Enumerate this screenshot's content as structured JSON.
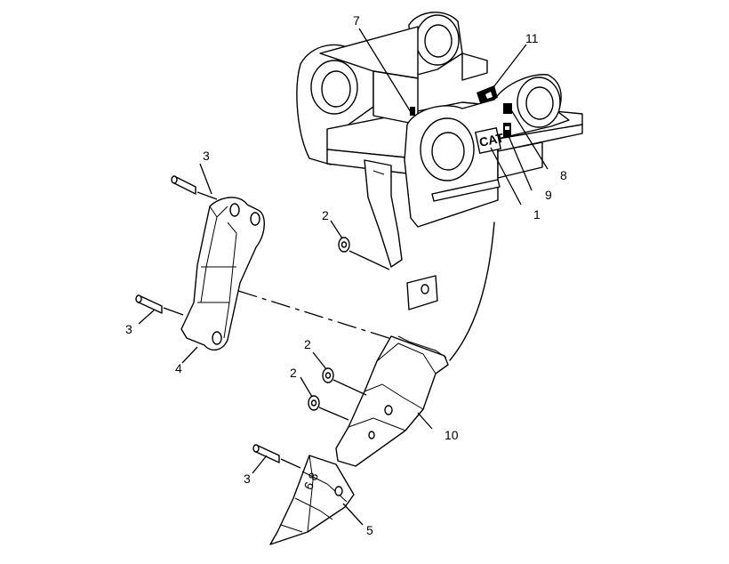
{
  "callouts": [
    {
      "id": "c7",
      "text": "7"
    },
    {
      "id": "c11",
      "text": "11"
    },
    {
      "id": "c8",
      "text": "8"
    },
    {
      "id": "c9",
      "text": "9"
    },
    {
      "id": "c1",
      "text": "1"
    },
    {
      "id": "c3a",
      "text": "3"
    },
    {
      "id": "c2a",
      "text": "2"
    },
    {
      "id": "c3b",
      "text": "3"
    },
    {
      "id": "c4",
      "text": "4"
    },
    {
      "id": "c2b",
      "text": "2"
    },
    {
      "id": "c2c",
      "text": "2"
    },
    {
      "id": "c10",
      "text": "10"
    },
    {
      "id": "c3c",
      "text": "3"
    },
    {
      "id": "c5",
      "text": "5"
    }
  ],
  "labels": {
    "cat_logo": "CAT",
    "tip_marking": "6 8"
  }
}
